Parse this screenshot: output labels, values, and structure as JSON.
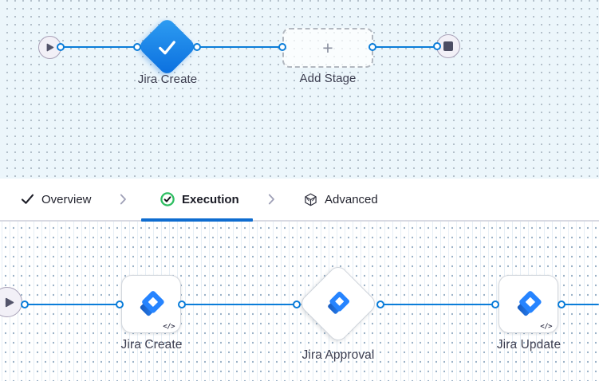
{
  "top_pipeline": {
    "stage": {
      "label": "Jira Create"
    },
    "add_stage": {
      "label": "Add Stage",
      "plus": "+"
    }
  },
  "tabs": {
    "overview": {
      "label": "Overview"
    },
    "execution": {
      "label": "Execution"
    },
    "advanced": {
      "label": "Advanced"
    }
  },
  "bottom_pipeline": {
    "steps": [
      {
        "label": "Jira Create",
        "badge": "</>"
      },
      {
        "label": "Jira Approval",
        "badge": ""
      },
      {
        "label": "Jira Update",
        "badge": "</>"
      }
    ]
  },
  "icons": {
    "start": "play-icon",
    "end": "stop-icon",
    "stage_status": "check-icon",
    "overview": "check-icon",
    "execution": "check-circle-icon",
    "advanced": "cube-icon",
    "step": "jira-icon",
    "step_badge": "code-badge"
  },
  "colors": {
    "connector_line": "#0b7dd9",
    "stage_diamond_gradient_start": "#2f9ef2",
    "stage_diamond_gradient_end": "#0a6ede",
    "active_tab_underline": "#0e6cd0",
    "execution_icon_green": "#2dbe60",
    "jira_blue": "#2684ff",
    "jira_gradient_dark": "#1558bc",
    "canvas_top_bg": "#ecf6fb",
    "canvas_bottom_bg": "#ffffff",
    "node_circle_bg": "#f2f0f7",
    "stop_square": "#4c4d63"
  }
}
